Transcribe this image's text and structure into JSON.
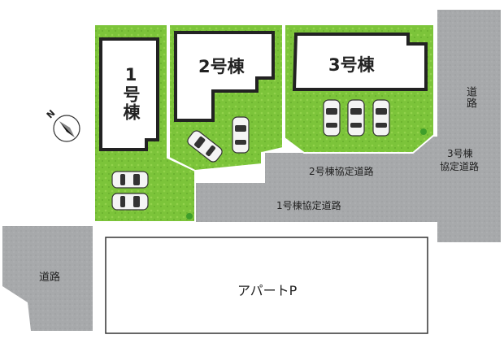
{
  "colors": {
    "lawn": "#7cc43a",
    "road": "#a7a9ab",
    "building": "#ffffff",
    "outline": "#222222"
  },
  "compass": {
    "letter": "N",
    "icon": "north-arrow-icon"
  },
  "buildings": {
    "b1": "1号棟",
    "b2": "2号棟",
    "b3": "3号棟"
  },
  "roads": {
    "right_road": "道路",
    "left_road": "道路",
    "shared_road_1": "1号棟協定道路",
    "shared_road_2": "2号棟協定道路",
    "shared_road_3_line1": "3号棟",
    "shared_road_3_line2": "協定道路"
  },
  "parking": {
    "apartment_lot": "アパートP"
  }
}
